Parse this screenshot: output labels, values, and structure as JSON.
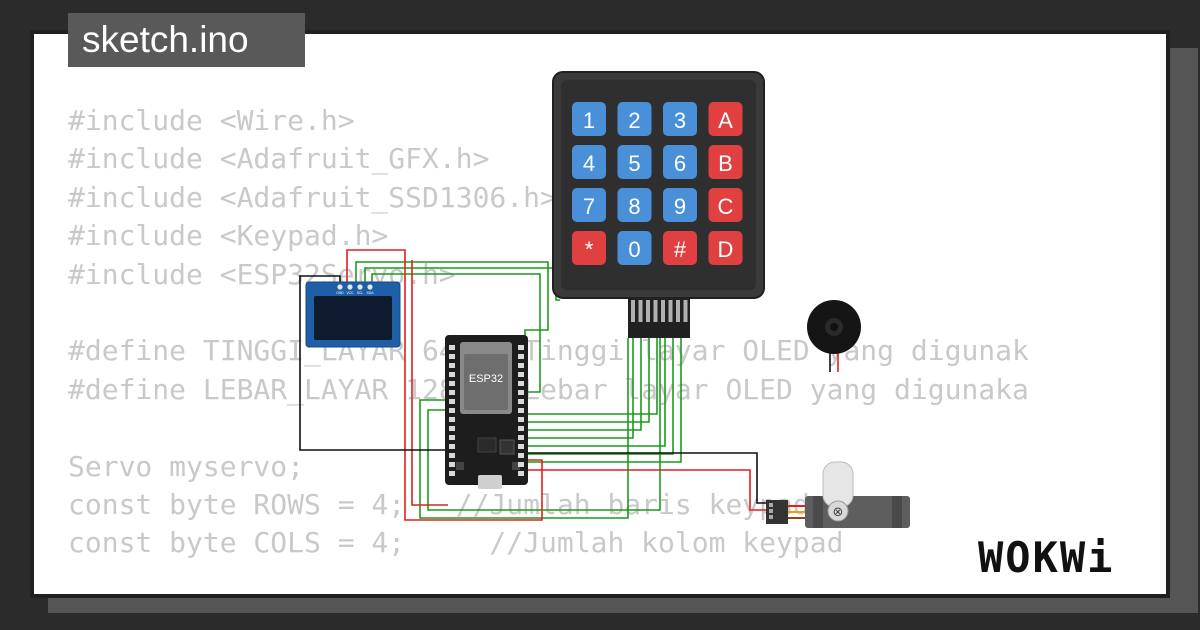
{
  "file_tab": {
    "name": "sketch.ino"
  },
  "code_lines": [
    "#include <Wire.h>",
    "#include <Adafruit_GFX.h>",
    "#include <Adafruit_SSD1306.h>",
    "#include <Keypad.h>",
    "#include <ESP32Servo.h>",
    "",
    "#define TINGGI_LAYAR 64  //Tinggi layar OLED yang digunak",
    "#define LEBAR_LAYAR 128  //Lebar layar OLED yang digunaka",
    "",
    "Servo myservo;",
    "const byte ROWS = 4;   //Jumlah baris keypad",
    "const byte COLS = 4;     //Jumlah kolom keypad"
  ],
  "keypad": {
    "keys": [
      "1",
      "2",
      "3",
      "A",
      "4",
      "5",
      "6",
      "B",
      "7",
      "8",
      "9",
      "C",
      "*",
      "0",
      "#",
      "D"
    ],
    "key_colors": [
      "#4a90d9",
      "#4a90d9",
      "#4a90d9",
      "#e04040",
      "#4a90d9",
      "#4a90d9",
      "#4a90d9",
      "#e04040",
      "#4a90d9",
      "#4a90d9",
      "#4a90d9",
      "#e04040",
      "#e04040",
      "#4a90d9",
      "#e04040",
      "#e04040"
    ]
  },
  "esp32": {
    "label": "ESP32"
  },
  "oled": {
    "pin_labels": [
      "GND",
      "VCC",
      "SCL",
      "SDA"
    ]
  },
  "brand": {
    "logo": "WOKWi"
  },
  "colors": {
    "background": "#2b2b2b",
    "card": "#ffffff",
    "code_text": "#c9c9c9",
    "wire_green": "#1a9c1a",
    "wire_red": "#e02020",
    "wire_black": "#111111",
    "tab": "#595959"
  }
}
